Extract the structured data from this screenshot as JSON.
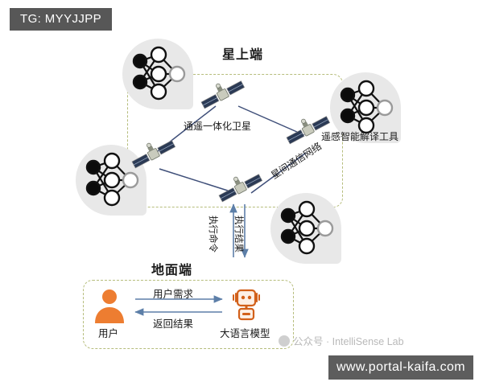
{
  "badges": {
    "tg": "TG: MYYJJPP",
    "url": "www.portal-kaifa.com"
  },
  "diagram": {
    "space_segment": {
      "title": "星上端",
      "satellite_label": "通遥一体化卫星",
      "interpretation_tool_label": "遥感智能解译工具",
      "inter_satellite_network_label": "星间通信网络",
      "satellite_count": 4,
      "neural_net_node_count": 4
    },
    "link": {
      "command_label": "执行命令",
      "result_label": "执行结果"
    },
    "ground_segment": {
      "title": "地面端",
      "user_label": "用户",
      "llm_label": "大语言模型",
      "demand_label": "用户需求",
      "return_label": "返回结果"
    }
  },
  "watermark": {
    "text": "公众号 · IntelliSense Lab"
  },
  "colors": {
    "badge_bg": "#575757",
    "panel_dash": "#b6bd7c",
    "arrow_blue": "#5d7fa8",
    "link_navy": "#3f4f79",
    "orange": "#ed7d31",
    "blob_gray": "#e8e8e8"
  }
}
